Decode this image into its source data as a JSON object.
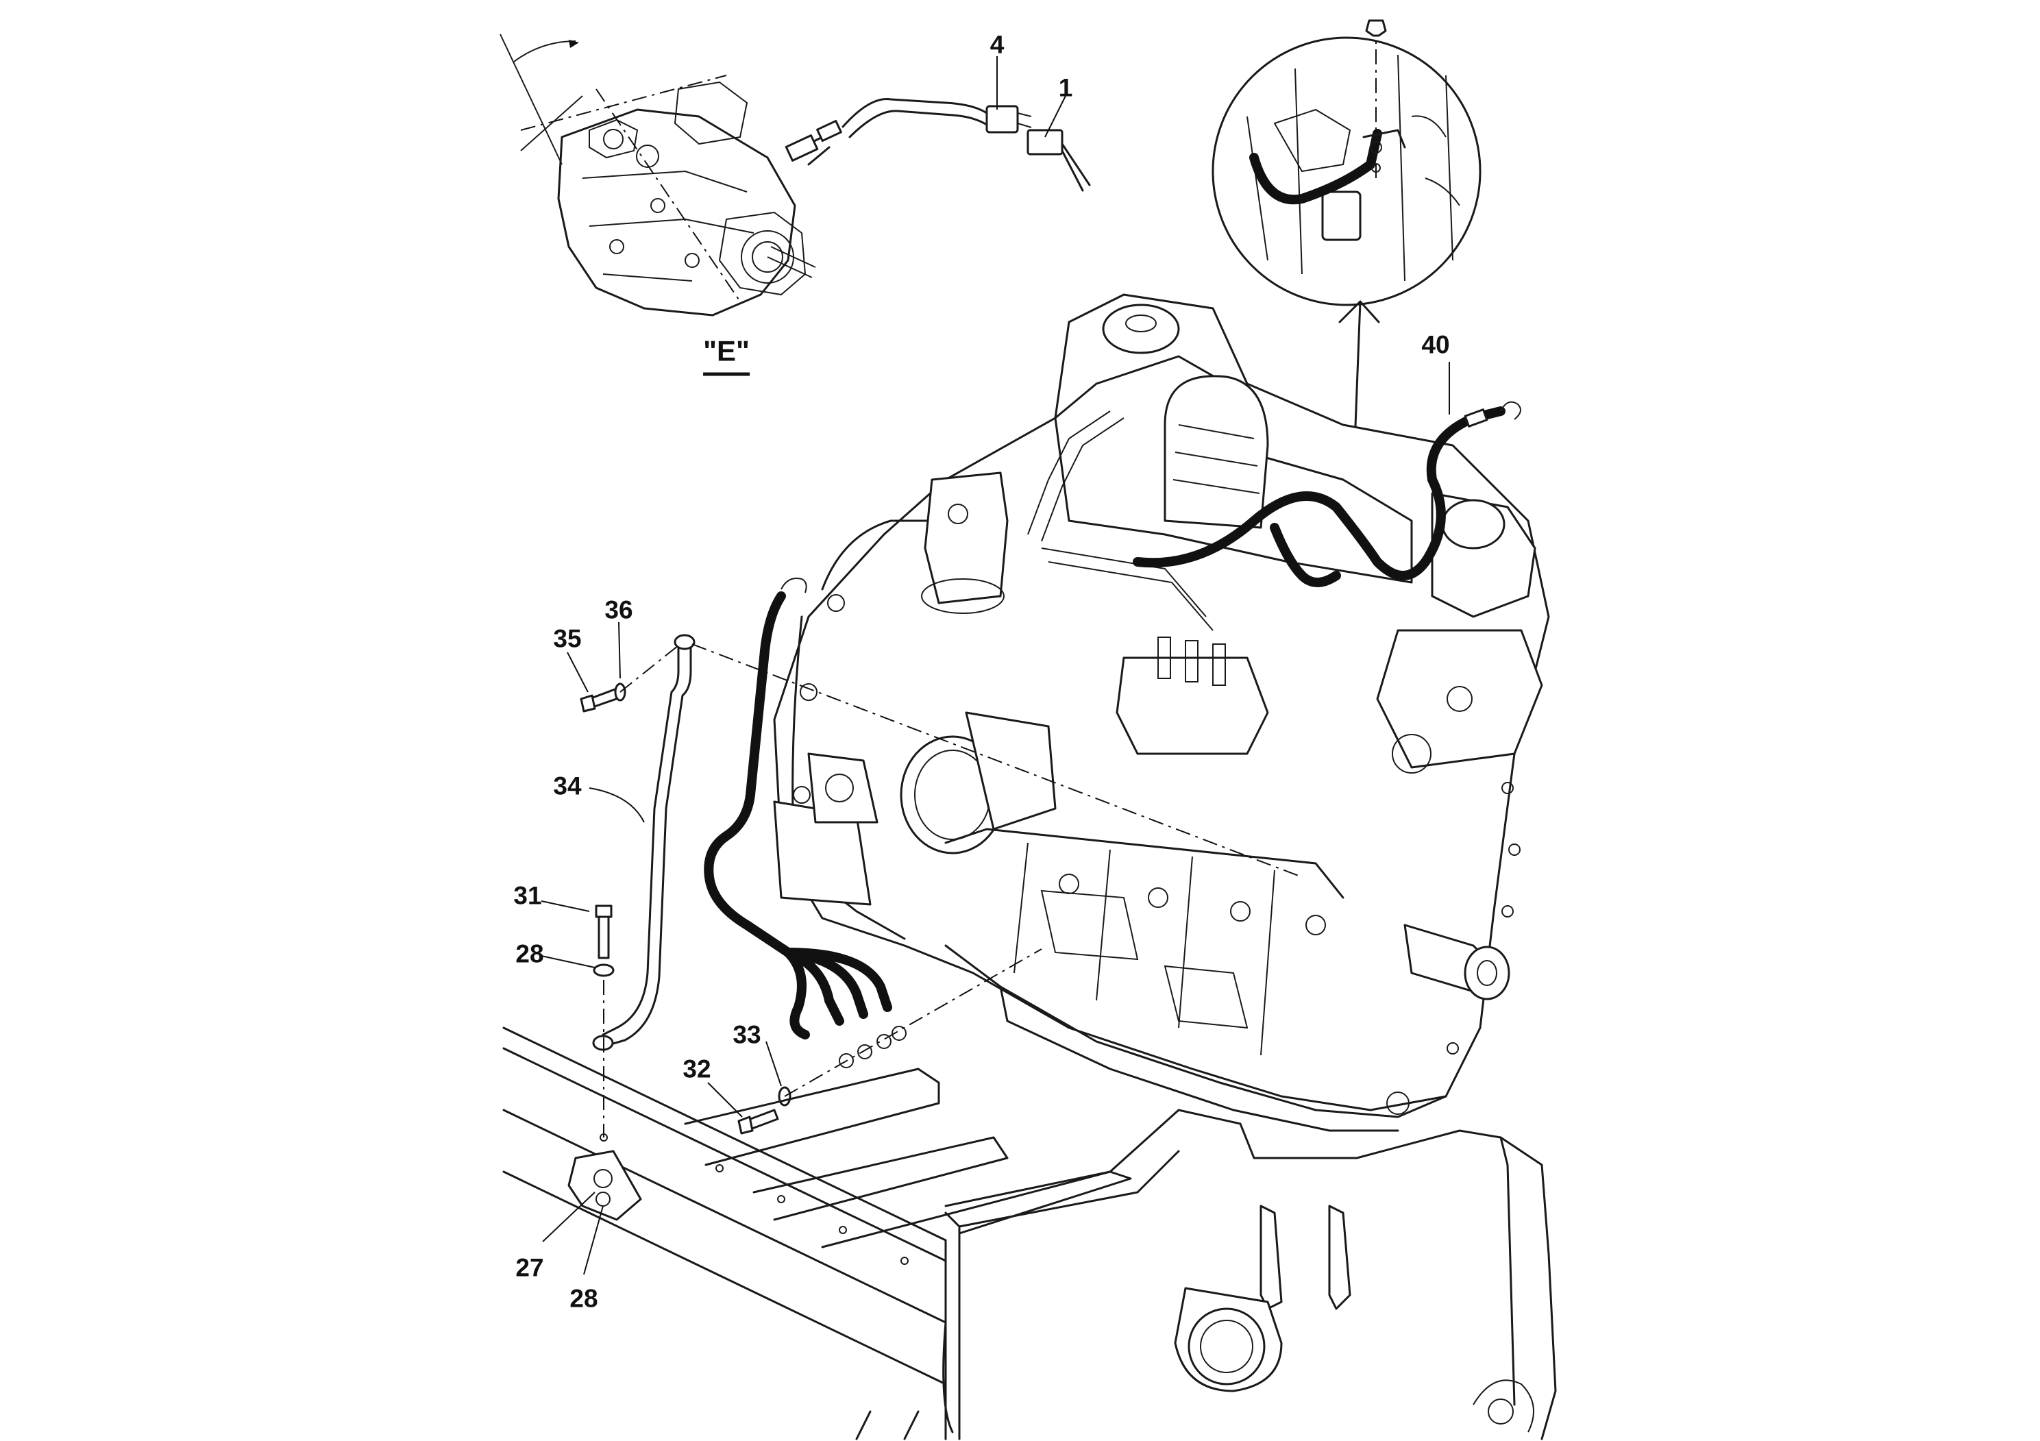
{
  "view_label": "\"E\"",
  "callouts": {
    "c1": "1",
    "c4": "4",
    "c40": "40",
    "c35": "35",
    "c36": "36",
    "c34": "34",
    "c31": "31",
    "c28a": "28",
    "c33": "33",
    "c32": "32",
    "c27": "27",
    "c28b": "28"
  }
}
